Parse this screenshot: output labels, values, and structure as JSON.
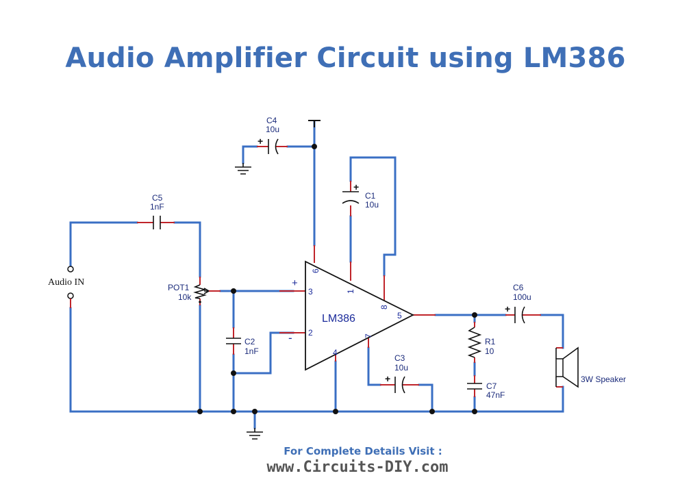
{
  "title": "Audio Amplifier Circuit using LM386",
  "footer": {
    "line1": "For Complete Details Visit :",
    "line2": "www.Circuits-DIY.com"
  },
  "components": {
    "c4": {
      "name": "C4",
      "value": "10u"
    },
    "c1": {
      "name": "C1",
      "value": "10u"
    },
    "c5": {
      "name": "C5",
      "value": "1nF"
    },
    "pot1": {
      "name": "POT1",
      "value": "10k"
    },
    "c2": {
      "name": "C2",
      "value": "1nF"
    },
    "c3": {
      "name": "C3",
      "value": "10u"
    },
    "c6": {
      "name": "C6",
      "value": "100u"
    },
    "r1": {
      "name": "R1",
      "value": "10"
    },
    "c7": {
      "name": "C7",
      "value": "47nF"
    },
    "ic": {
      "name": "LM386"
    },
    "speaker": {
      "name": "3W Speaker"
    },
    "input": {
      "name": "Audio IN"
    }
  },
  "pins": {
    "p6": "6",
    "p1": "1",
    "p8": "8",
    "p3": "3",
    "p2": "2",
    "p5": "5",
    "p4": "4",
    "p7": "7"
  },
  "polarity": {
    "plus": "+",
    "minus": "-"
  },
  "colors": {
    "wire": "#3a6fc4",
    "lead": "#c0242a",
    "title": "#3f6fb6",
    "label": "#1a2a7a"
  }
}
